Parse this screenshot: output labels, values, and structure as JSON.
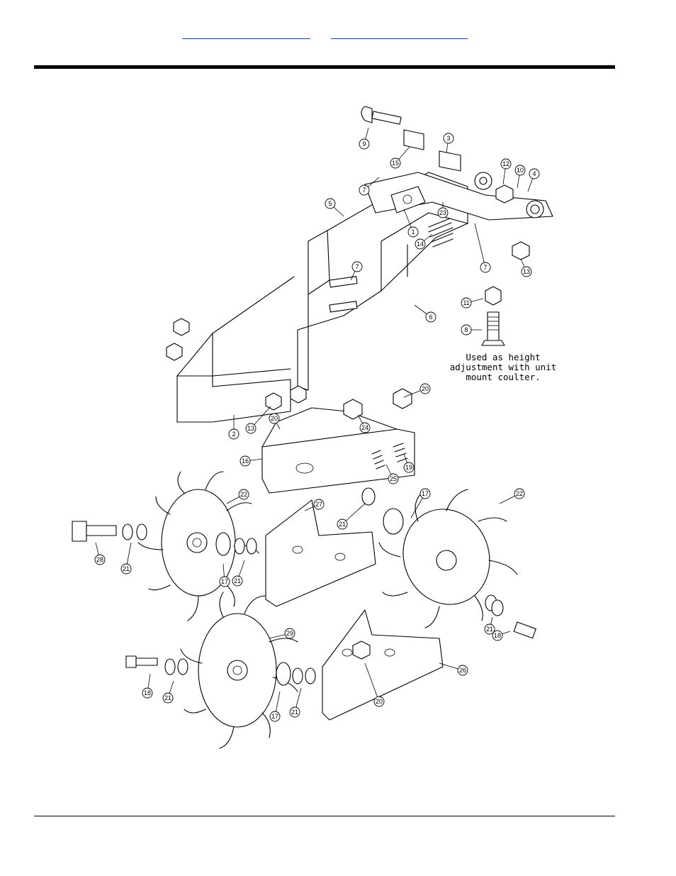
{
  "header": {
    "link_left": "",
    "link_right": ""
  },
  "note": {
    "lines": [
      "Used as height",
      "adjustment with unit",
      "mount coulter."
    ]
  },
  "callouts": [
    {
      "id": "c1",
      "label": "1"
    },
    {
      "id": "c2",
      "label": "2"
    },
    {
      "id": "c3",
      "label": "3"
    },
    {
      "id": "c4",
      "label": "4"
    },
    {
      "id": "c5",
      "label": "5"
    },
    {
      "id": "c6",
      "label": "6"
    },
    {
      "id": "c7a",
      "label": "7"
    },
    {
      "id": "c7b",
      "label": "7"
    },
    {
      "id": "c7c",
      "label": "7"
    },
    {
      "id": "c8",
      "label": "8"
    },
    {
      "id": "c9",
      "label": "9"
    },
    {
      "id": "c10",
      "label": "10"
    },
    {
      "id": "c11",
      "label": "11"
    },
    {
      "id": "c12",
      "label": "12"
    },
    {
      "id": "c13a",
      "label": "13"
    },
    {
      "id": "c13b",
      "label": "13"
    },
    {
      "id": "c14",
      "label": "14"
    },
    {
      "id": "c15",
      "label": "15"
    },
    {
      "id": "c16",
      "label": "16"
    },
    {
      "id": "c17a",
      "label": "17"
    },
    {
      "id": "c17b",
      "label": "17"
    },
    {
      "id": "c17c",
      "label": "17"
    },
    {
      "id": "c18a",
      "label": "18"
    },
    {
      "id": "c18b",
      "label": "18"
    },
    {
      "id": "c19",
      "label": "19"
    },
    {
      "id": "c20a",
      "label": "20"
    },
    {
      "id": "c20b",
      "label": "20"
    },
    {
      "id": "c20c",
      "label": "20"
    },
    {
      "id": "c21a",
      "label": "21"
    },
    {
      "id": "c21b",
      "label": "21"
    },
    {
      "id": "c21c",
      "label": "21"
    },
    {
      "id": "c21d",
      "label": "21"
    },
    {
      "id": "c21e",
      "label": "21"
    },
    {
      "id": "c21f",
      "label": "21"
    },
    {
      "id": "c22a",
      "label": "22"
    },
    {
      "id": "c22b",
      "label": "22"
    },
    {
      "id": "c23",
      "label": "23"
    },
    {
      "id": "c24",
      "label": "24"
    },
    {
      "id": "c25",
      "label": "25"
    },
    {
      "id": "c26",
      "label": "26"
    },
    {
      "id": "c27",
      "label": "27"
    },
    {
      "id": "c28",
      "label": "28"
    },
    {
      "id": "c29",
      "label": "29"
    }
  ]
}
